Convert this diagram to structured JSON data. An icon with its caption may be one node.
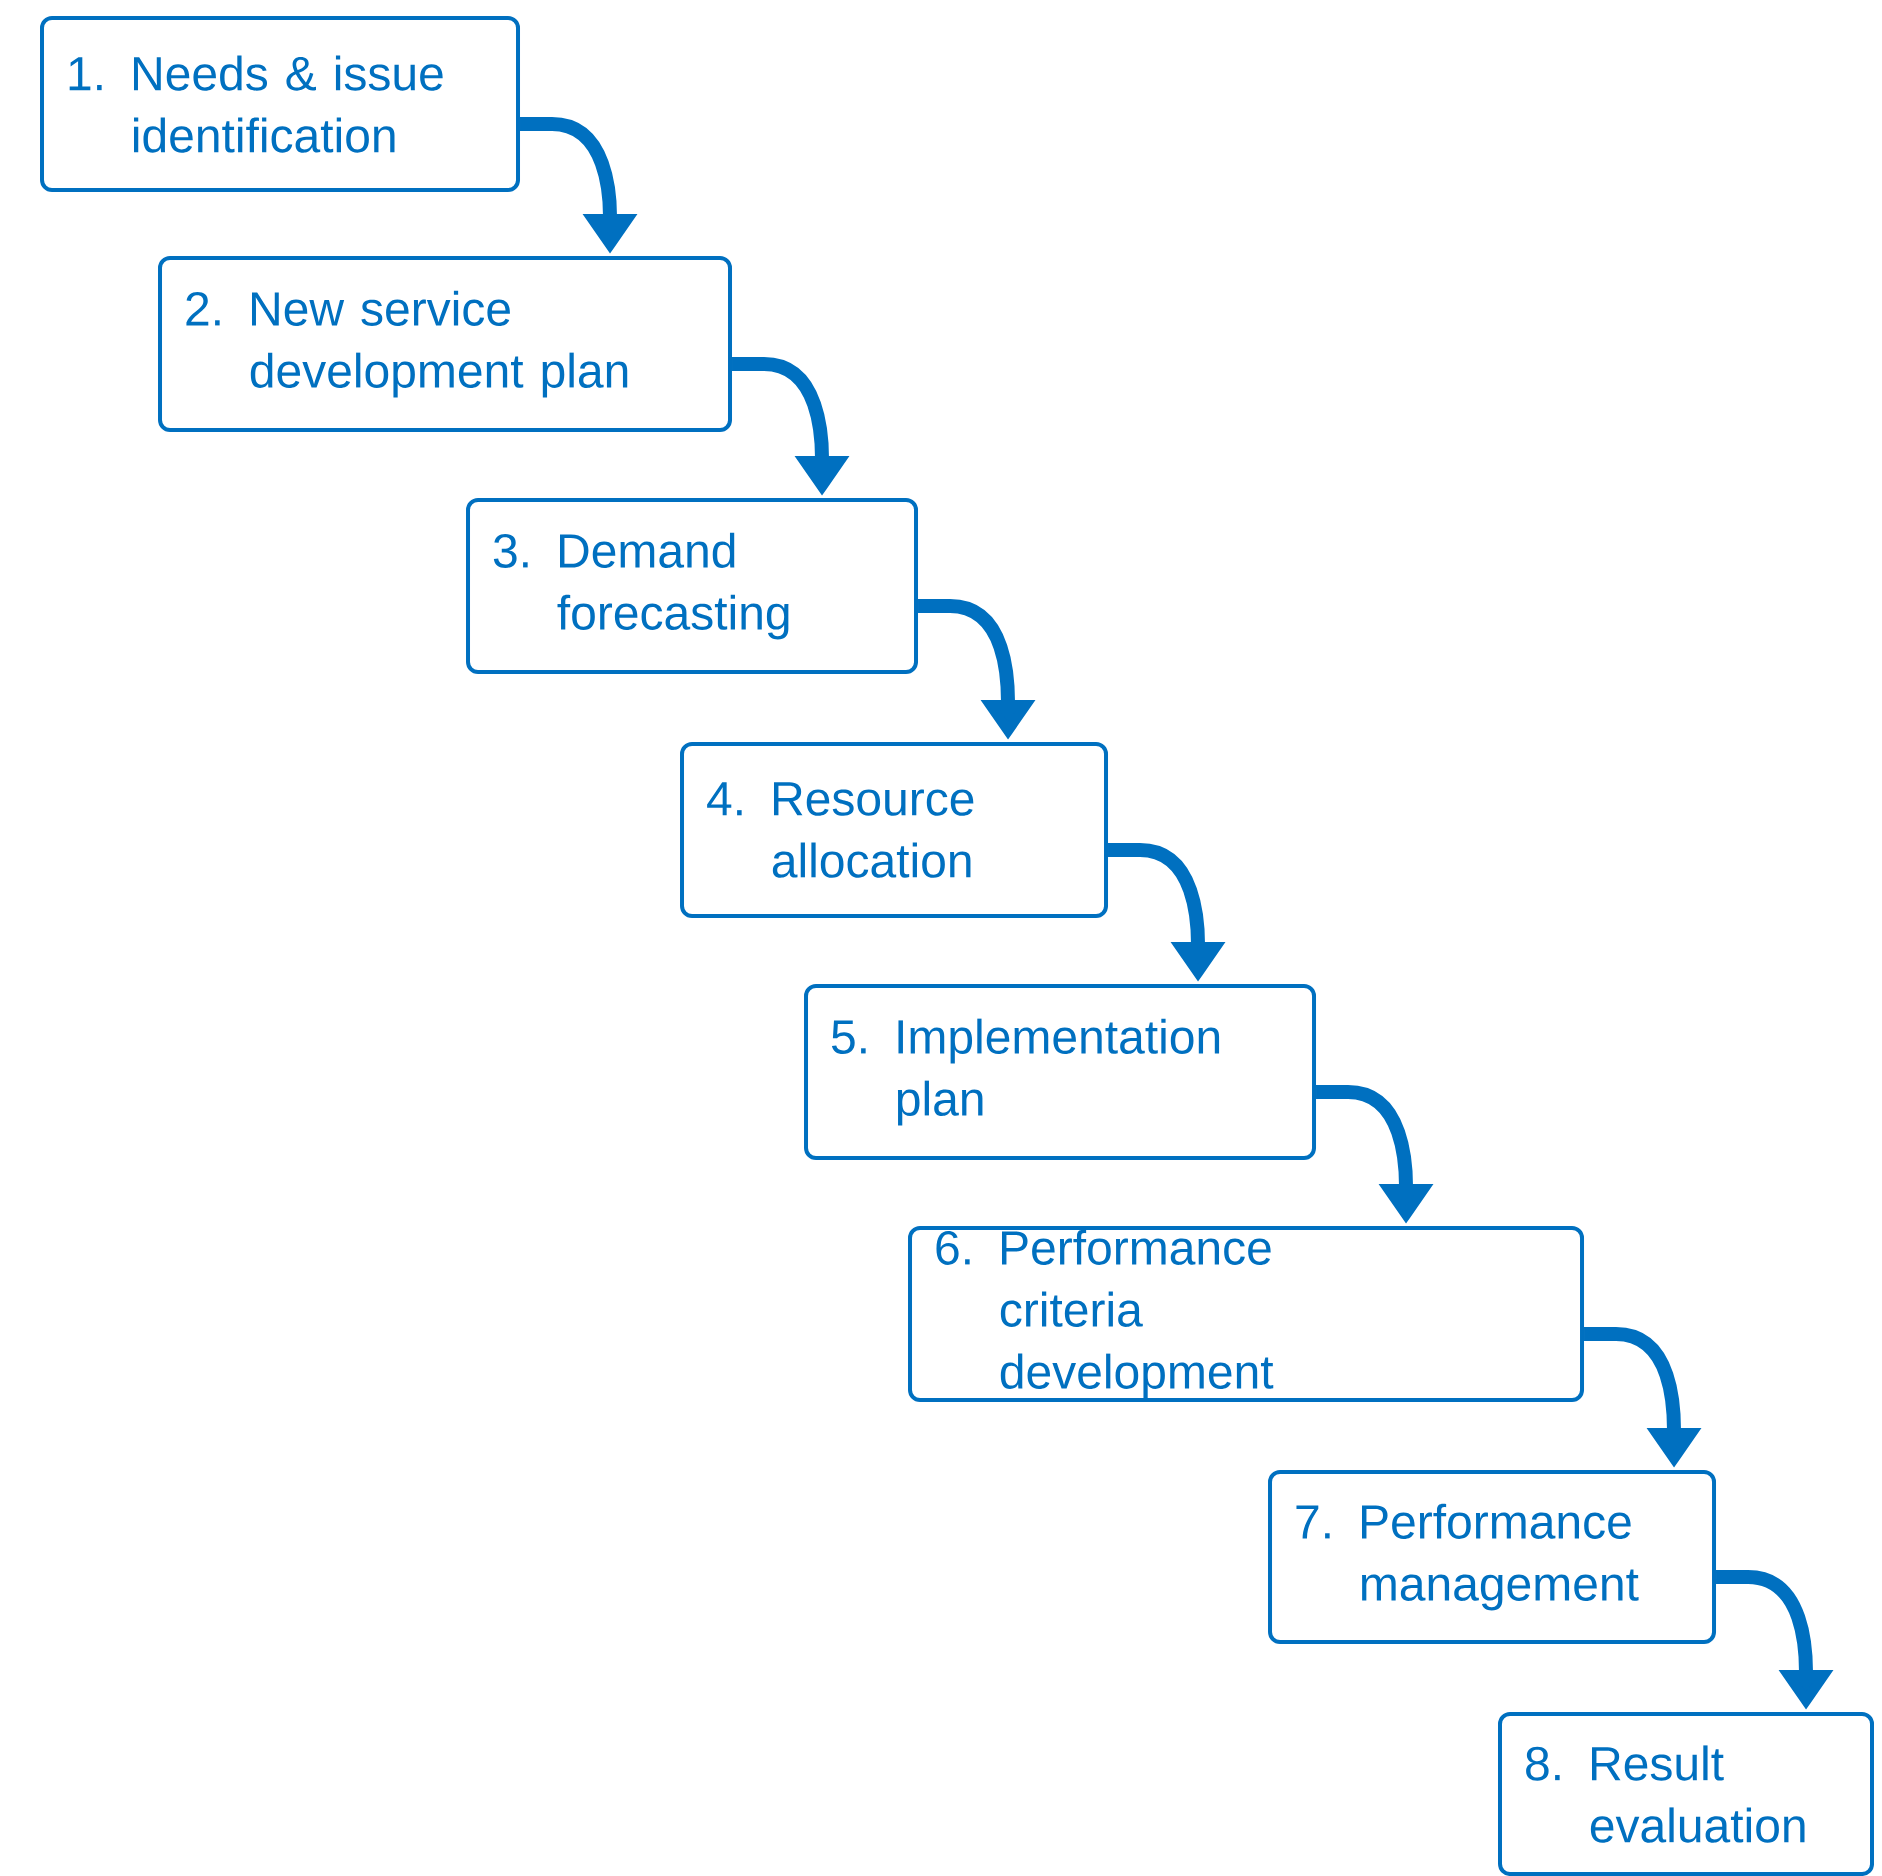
{
  "diagram": {
    "nodes": [
      {
        "text": [
          "1. Needs & issue identification"
        ]
      },
      {
        "text": [
          "2. New service development plan"
        ]
      },
      {
        "text": [
          "3. Demand forecasting"
        ]
      },
      {
        "text": [
          "4. Resource allocation"
        ]
      },
      {
        "text": [
          "5. Implementation plan"
        ]
      },
      {
        "text": [
          "6. Performance criteria development"
        ]
      },
      {
        "text": [
          "7. Performance management"
        ]
      },
      {
        "text": [
          "8. Result evaluation"
        ]
      }
    ],
    "edges": [
      {
        "from": 0,
        "to": 1,
        "arrow": "to"
      },
      {
        "from": 1,
        "to": 2,
        "arrow": "to"
      },
      {
        "from": 2,
        "to": 3,
        "arrow": "to"
      },
      {
        "from": 3,
        "to": 4,
        "arrow": "to"
      },
      {
        "from": 4,
        "to": 5,
        "arrow": "to"
      },
      {
        "from": 5,
        "to": 6,
        "arrow": "to"
      },
      {
        "from": 6,
        "to": 7,
        "arrow": "to"
      }
    ]
  }
}
